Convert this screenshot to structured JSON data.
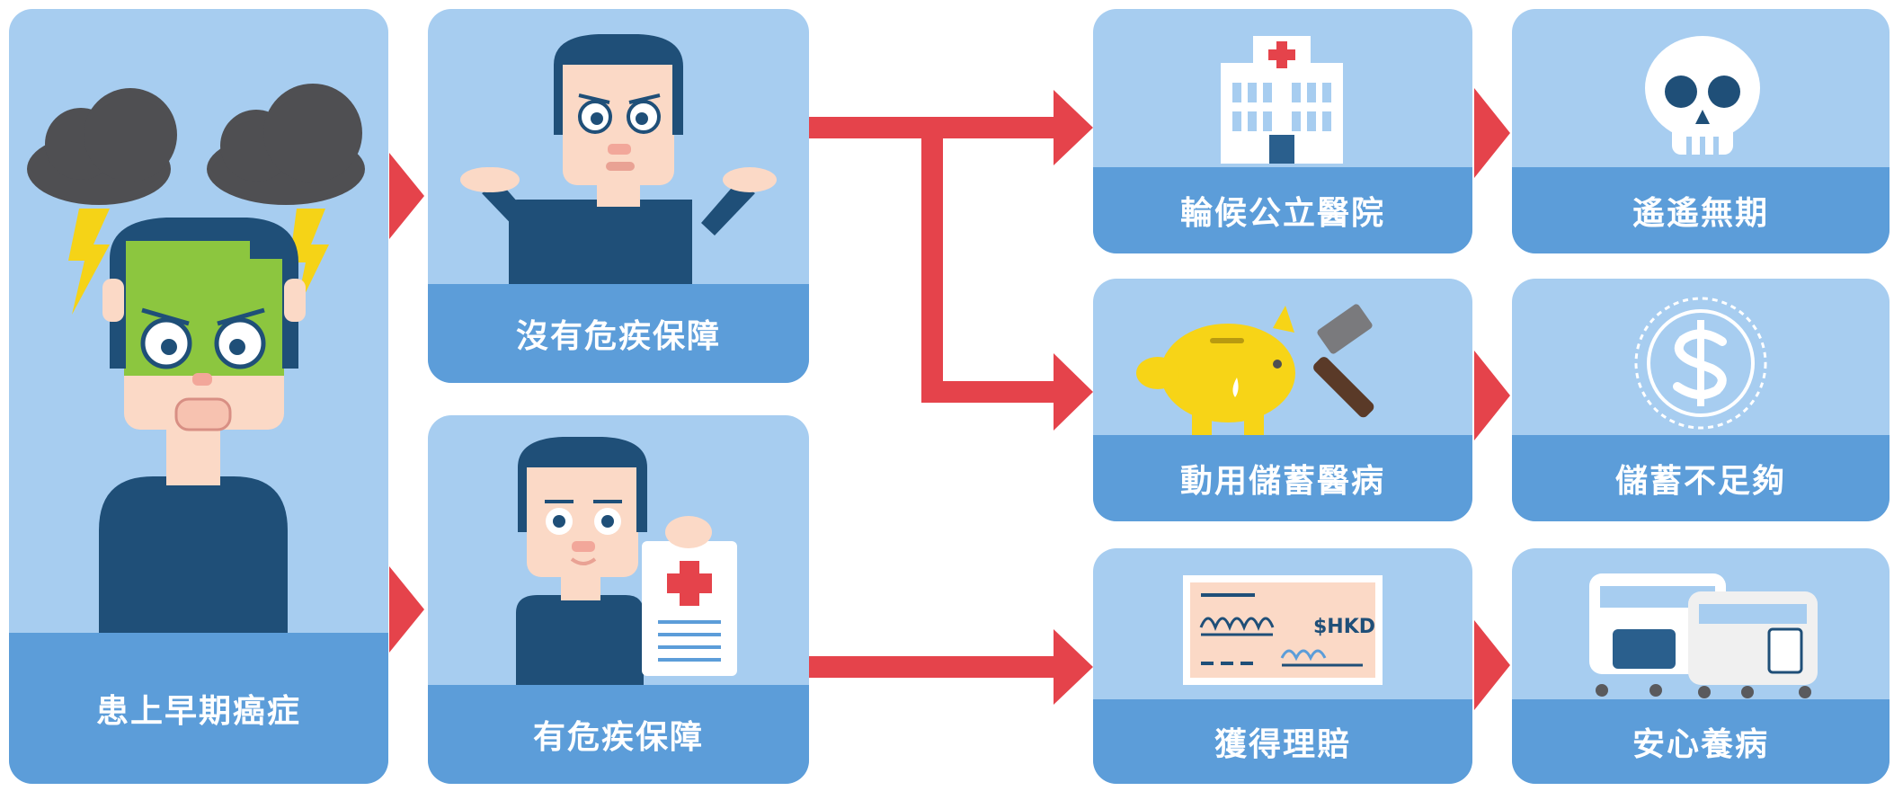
{
  "colors": {
    "card_bg": "#a7cdf0",
    "band": "#5c9dd9",
    "arrow": "#e5434b",
    "skin": "#fbd9c6",
    "hair": "#1f4f78",
    "shirt": "#1f4f78",
    "cloud": "#4f4f52",
    "lightning": "#f5d317",
    "sick_face": "#8cc63f"
  },
  "start": {
    "label": "患上早期癌症",
    "icons": [
      "storm-cloud-icon",
      "lightning-icon",
      "sick-person-icon"
    ]
  },
  "branches": {
    "no_cover": {
      "label": "沒有危疾保障",
      "icon": "shrugging-person-icon"
    },
    "with_cover": {
      "label": "有危疾保障",
      "icon": "person-with-document-icon"
    }
  },
  "outcomes": {
    "public_hospital": {
      "label": "輪候公立醫院",
      "icon": "hospital-icon"
    },
    "use_savings": {
      "label": "動用儲蓄醫病",
      "icon": "piggy-bank-hammer-icon"
    },
    "claim": {
      "label": "獲得理賠",
      "icon": "cheque-icon",
      "cheque_text": "$HKD"
    }
  },
  "results": {
    "endless_wait": {
      "label": "遙遙無期",
      "icon": "skull-icon"
    },
    "insufficient_savings": {
      "label": "儲蓄不足夠",
      "icon": "dollar-coin-icon"
    },
    "peace_of_mind": {
      "label": "安心養病",
      "icon": "hospital-bed-icon"
    }
  }
}
